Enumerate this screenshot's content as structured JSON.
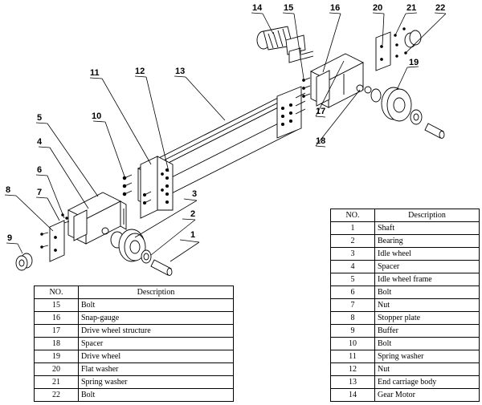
{
  "table_left": {
    "header": {
      "no": "NO.",
      "description": "Description"
    },
    "rows": [
      {
        "no": "15",
        "description": "Bolt"
      },
      {
        "no": "16",
        "description": "Snap-gauge"
      },
      {
        "no": "17",
        "description": "Drive wheel structure"
      },
      {
        "no": "18",
        "description": "Spacer"
      },
      {
        "no": "19",
        "description": "Drive wheel"
      },
      {
        "no": "20",
        "description": "Flat washer"
      },
      {
        "no": "21",
        "description": "Spring washer"
      },
      {
        "no": "22",
        "description": "Bolt"
      }
    ]
  },
  "table_right": {
    "header": {
      "no": "NO.",
      "description": "Description"
    },
    "rows": [
      {
        "no": "1",
        "description": "Shaft"
      },
      {
        "no": "2",
        "description": "Bearing"
      },
      {
        "no": "3",
        "description": "Idle wheel"
      },
      {
        "no": "4",
        "description": "Spacer"
      },
      {
        "no": "5",
        "description": "Idle wheel frame"
      },
      {
        "no": "6",
        "description": "Bolt"
      },
      {
        "no": "7",
        "description": "Nut"
      },
      {
        "no": "8",
        "description": "Stopper plate"
      },
      {
        "no": "9",
        "description": "Buffer"
      },
      {
        "no": "10",
        "description": "Bolt"
      },
      {
        "no": "11",
        "description": "Spring washer"
      },
      {
        "no": "12",
        "description": "Nut"
      },
      {
        "no": "13",
        "description": "End carriage body"
      },
      {
        "no": "14",
        "description": "Gear Motor"
      }
    ]
  },
  "callouts": [
    "1",
    "2",
    "3",
    "4",
    "5",
    "6",
    "7",
    "8",
    "9",
    "10",
    "11",
    "12",
    "13",
    "14",
    "15",
    "16",
    "17",
    "18",
    "19",
    "20",
    "21",
    "22"
  ]
}
